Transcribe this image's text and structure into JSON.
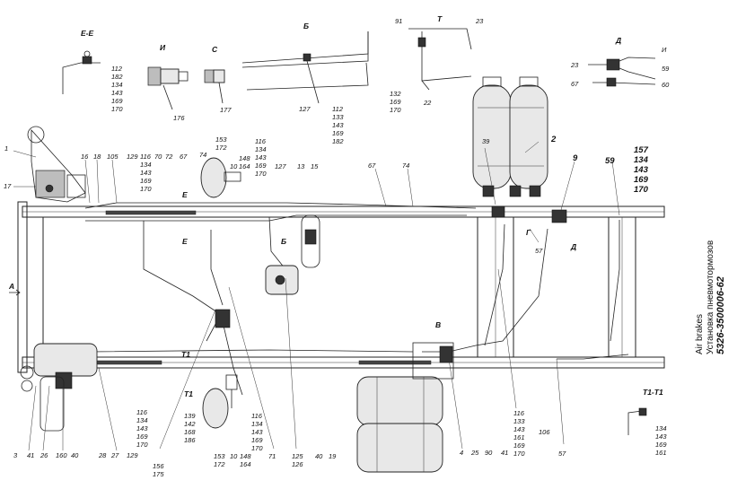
{
  "title": {
    "code": "5326-3500006-62",
    "name_ru": "Установка пневмотормозов",
    "name_en": "Air brakes"
  },
  "section_views": {
    "ee": "Е-Е",
    "i": "И",
    "s": "С",
    "b": "Б",
    "t": "Т",
    "d": "Д",
    "t1t1": "Т1-Т1",
    "t1": "Т1",
    "a": "А",
    "g": "Г",
    "v": "В"
  },
  "callouts": {
    "ee_list": [
      "112",
      "182",
      "134",
      "143",
      "169",
      "170"
    ],
    "i_num": "176",
    "s_num": "177",
    "b_num": "127",
    "b_list": [
      "112",
      "133",
      "143",
      "169",
      "182"
    ],
    "t_91": "91",
    "t_23": "23",
    "t_list": [
      "132",
      "169",
      "170"
    ],
    "t_22": "22",
    "d_i": "И",
    "d_23": "23",
    "d_59": "59",
    "d_67": "67",
    "d_60": "60",
    "right_list": [
      "157",
      "134",
      "143",
      "169",
      "170"
    ],
    "n_9": "9",
    "n_59": "59",
    "n_39": "39",
    "n_2": "2",
    "n_1": "1",
    "n_17": "17",
    "n_16": "16",
    "n_18": "18",
    "n_105": "105",
    "top_list_a": [
      "116",
      "134",
      "143",
      "169",
      "170"
    ],
    "n_129_top": "129",
    "n_70": "70",
    "n_72": "72",
    "n_67": "67",
    "n_74": "74",
    "list_153": [
      "153",
      "172"
    ],
    "n_10": "10",
    "list_148": [
      "148",
      "164"
    ],
    "top_list_b": [
      "116",
      "134",
      "143",
      "169",
      "170"
    ],
    "n_127": "127",
    "n_13": "13",
    "n_15": "15",
    "n_67_mid": "67",
    "n_74_mid": "74",
    "n_57": "57",
    "n_57_b": "57",
    "n_e": "Е",
    "n_e2": "Е",
    "n_b_arrow": "Б",
    "n_d_arrow": "Д",
    "bottom_3": "3",
    "bottom_41": "41",
    "bottom_26": "26",
    "bottom_160": "160",
    "bottom_40": "40",
    "bottom_28": "28",
    "bottom_27": "27",
    "bottom_129": "129",
    "bottom_list_a": [
      "116",
      "134",
      "143",
      "169",
      "170"
    ],
    "bottom_list_156": [
      "156",
      "175"
    ],
    "bottom_list_139": [
      "139",
      "142",
      "168",
      "186"
    ],
    "bottom_list_153": [
      "153",
      "172"
    ],
    "bottom_10": "10",
    "bottom_list_148": [
      "148",
      "164"
    ],
    "bottom_list_b": [
      "116",
      "134",
      "143",
      "169",
      "170"
    ],
    "bottom_71": "71",
    "bottom_list_125": [
      "125",
      "126"
    ],
    "bottom_40b": "40",
    "bottom_19": "19",
    "bottom_4": "4",
    "bottom_25": "25",
    "bottom_90": "90",
    "bottom_41b": "41",
    "bottom_list_c": [
      "116",
      "133",
      "143",
      "161",
      "169",
      "170"
    ],
    "bottom_106": "106",
    "bottom_57": "57",
    "t1t1_list": [
      "134",
      "143",
      "169",
      "161"
    ]
  }
}
